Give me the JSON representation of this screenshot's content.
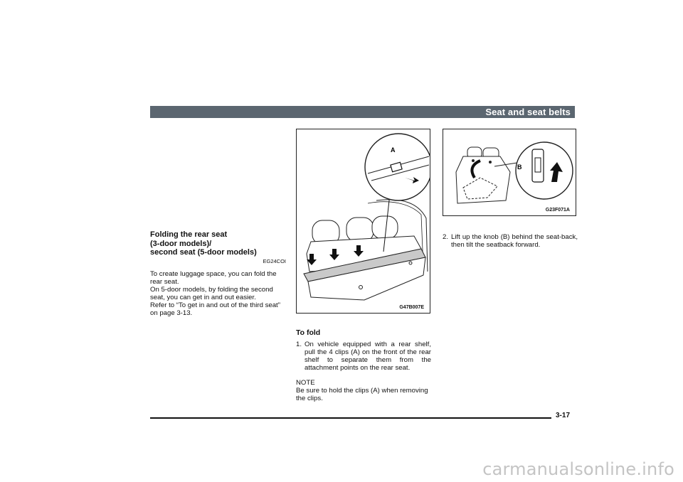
{
  "header": {
    "title": "Seat and seat belts"
  },
  "left_column": {
    "title_lines": [
      "Folding the rear seat",
      "(3-door models)/",
      "second seat (5-door models)"
    ],
    "code": "EG24COI",
    "paragraphs": [
      "To create luggage space, you can fold the rear seat.",
      "On 5-door models, by folding the second seat, you can get in and out easier.",
      "Refer to “To get in and out of the third seat” on page 3-13."
    ]
  },
  "figure1": {
    "label": "G47B007E",
    "callout": "A"
  },
  "figure2": {
    "label": "G23F071A",
    "callout": "B"
  },
  "middle_column": {
    "heading": "To fold",
    "step1_num": "1.",
    "step1_text": "On vehicle equipped with a rear shelf, pull the 4 clips (A) on the front of the rear shelf to separate them from the attachment points on the rear seat.",
    "note_label": "NOTE",
    "note_text": "Be sure to hold the clips (A) when removing the clips."
  },
  "right_column": {
    "step2_num": "2.",
    "step2_text": "Lift up the knob (B) behind the seat-back, then tilt the seatback forward."
  },
  "footer": {
    "page_number": "3-17"
  },
  "watermark": {
    "text": "carmanualsonline.info"
  }
}
